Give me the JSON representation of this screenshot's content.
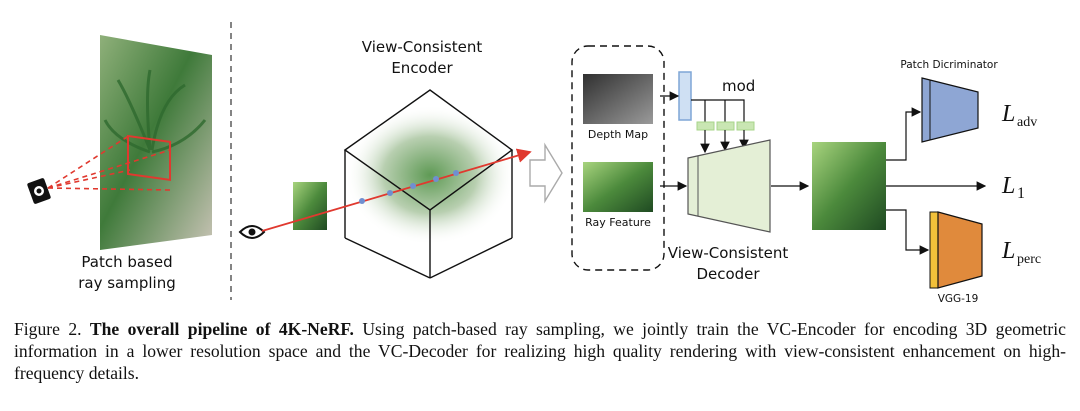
{
  "figure": {
    "sampling_label_1": "Patch based",
    "sampling_label_2": "ray sampling",
    "encoder_label_1": "View-Consistent",
    "encoder_label_2": "Encoder",
    "depth_map_label": "Depth Map",
    "ray_feature_label": "Ray Feature",
    "mod_label": "mod",
    "decoder_label_1": "View-Consistent",
    "decoder_label_2": "Decoder",
    "discriminator_label": "Patch Dicriminator",
    "vgg_label": "VGG-19",
    "loss_adv_main": "L",
    "loss_adv_sub": "adv",
    "loss_l1_main": "L",
    "loss_l1_sub": "1",
    "loss_perc_main": "L",
    "loss_perc_sub": "perc"
  },
  "caption": {
    "prefix": "Figure 2.",
    "bold": "The overall pipeline of 4K-NeRF.",
    "text": "Using patch-based ray sampling, we jointly train the VC-Encoder for encoding 3D geometric information in a lower resolution space and the VC-Decoder for realizing high quality rendering with view-consistent enhancement on high-frequency details."
  },
  "colors": {
    "ray": "#e0392f",
    "mod_green": "#a7d48a",
    "feature_blue": "#7fa6d6",
    "decoder_fill": "#e4efd6",
    "discriminator_fill": "#8ea6d4",
    "vgg_fill": "#e08a3c",
    "vgg_bar": "#f2c13a"
  }
}
